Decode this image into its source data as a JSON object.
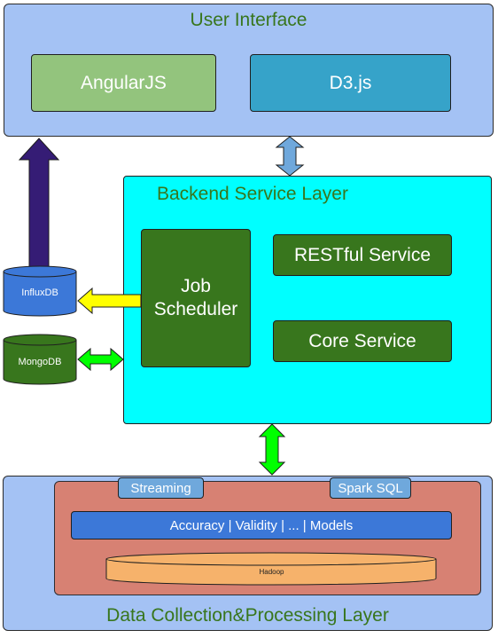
{
  "ui_layer": {
    "title": "User Interface",
    "items": [
      "AngularJS",
      "D3.js"
    ]
  },
  "backend_layer": {
    "title": "Backend Service Layer",
    "job_scheduler": [
      "Job",
      "Scheduler"
    ],
    "restful_service": "RESTful Service",
    "core_service": "Core Service"
  },
  "databases": {
    "influxdb": "InfluxDB",
    "mongodb": "MongoDB"
  },
  "data_layer": {
    "title": "Data Collection&Processing Layer",
    "streaming": "Streaming",
    "spark_sql": "Spark SQL",
    "models": "Accuracy | Validity | ... | Models",
    "hadoop": "Hadoop"
  },
  "colors": {
    "layer_blue": "#a4c2f4",
    "title_green": "#38761d",
    "angular_green": "#93c47d",
    "d3_teal": "#36a3c9",
    "backend_cyan": "#00ffff",
    "service_green": "#38761d",
    "arrow_blue": "#6fa8dc",
    "arrow_green": "#00ff00",
    "arrow_yellow": "#ffff00",
    "arrow_purple": "#351c75",
    "spark_area": "#dd7a66",
    "models_blue": "#3c78d8",
    "hadoop_orange": "#f6b26b",
    "influx_blue": "#3c78d8",
    "mongo_green": "#38761d"
  }
}
